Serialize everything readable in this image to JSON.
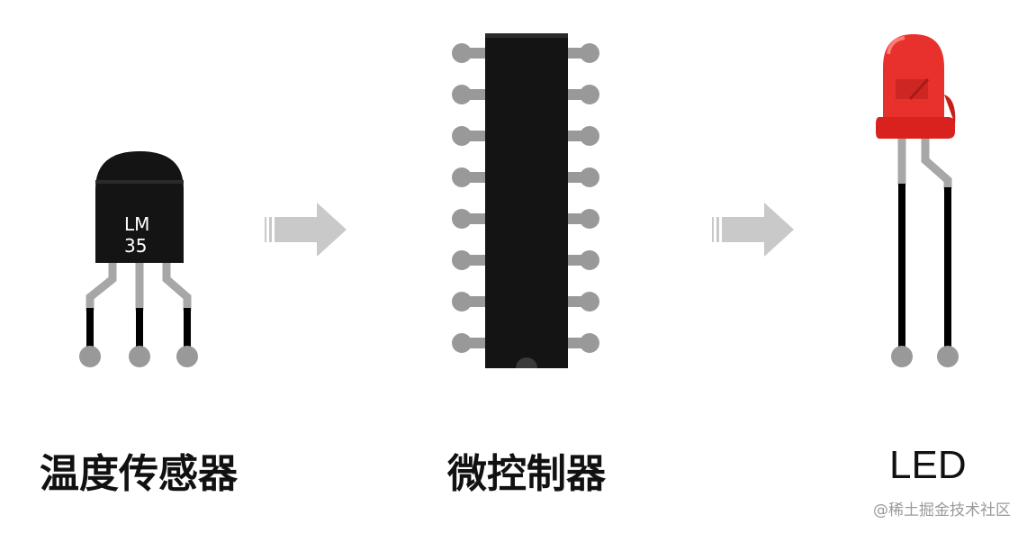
{
  "components": [
    {
      "label": "温度传感器",
      "chip_text_line1": "LM",
      "chip_text_line2": "35"
    },
    {
      "label": "微控制器"
    },
    {
      "label": "LED"
    }
  ],
  "watermark": "@稀土掘金技术社区",
  "colors": {
    "pin": "#999999",
    "body": "#141414",
    "lead_gray": "#a7a7a7",
    "led_red": "#e8302c",
    "arrow": "#c9c9c9"
  }
}
